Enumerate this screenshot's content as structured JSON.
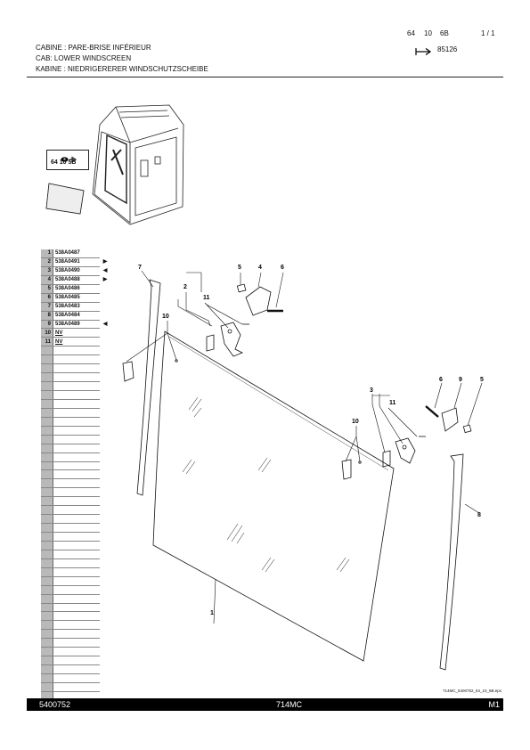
{
  "header": {
    "group": "64",
    "subgroup": "10",
    "variant": "6B",
    "page": "1 / 1",
    "ref_arrow_icon": "arrow-right-icon",
    "ref_number": "85126"
  },
  "titles": {
    "fr": "CABINE : PARE-BRISE INFÉRIEUR",
    "en": "CAB: LOWER WINDSCREEN",
    "de": "KABINE : NIEDRIGERERER WINDSCHUTZSCHEIBE"
  },
  "cab_view": {
    "eye_icon": "eye-icon",
    "ref_label": "64 10 5B"
  },
  "parts": [
    {
      "no": "1",
      "ref": "538A0487",
      "mark": ""
    },
    {
      "no": "2",
      "ref": "538A0491",
      "mark": "▶"
    },
    {
      "no": "3",
      "ref": "538A0490",
      "mark": "◀"
    },
    {
      "no": "4",
      "ref": "538A0488",
      "mark": "▶"
    },
    {
      "no": "5",
      "ref": "538A0486",
      "mark": ""
    },
    {
      "no": "6",
      "ref": "538A0485",
      "mark": ""
    },
    {
      "no": "7",
      "ref": "538A0483",
      "mark": ""
    },
    {
      "no": "8",
      "ref": "538A0484",
      "mark": ""
    },
    {
      "no": "9",
      "ref": "538A0489",
      "mark": "◀"
    },
    {
      "no": "10",
      "ref": "NV",
      "mark": ""
    },
    {
      "no": "11",
      "ref": "NV",
      "mark": ""
    }
  ],
  "callouts": {
    "c1": "1",
    "c2": "2",
    "c3": "3",
    "c4": "4",
    "c5a": "5",
    "c5b": "5",
    "c6a": "6",
    "c6b": "6",
    "c7": "7",
    "c8": "8",
    "c9": "9",
    "c10a": "10",
    "c10b": "10",
    "c11a": "11",
    "c11b": "11"
  },
  "file_name": "714MC_5400752_64_10_6B.eps",
  "footer": {
    "doc_number": "5400752",
    "model": "714MC",
    "code": "M1"
  }
}
